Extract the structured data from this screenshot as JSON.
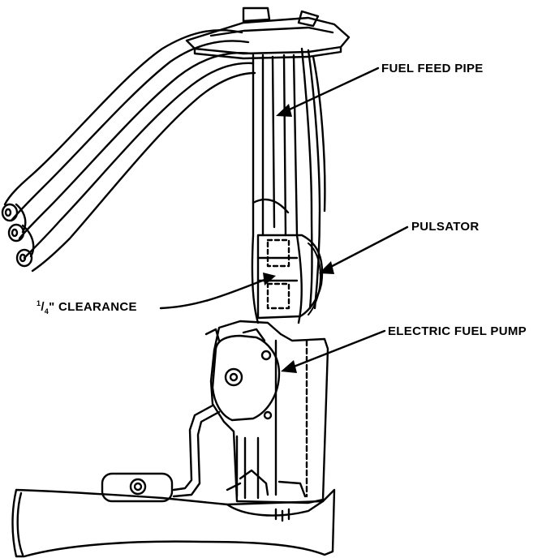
{
  "diagram": {
    "labels": {
      "fuel_feed_pipe": "FUEL FEED PIPE",
      "pulsator": "PULSATOR",
      "electric_fuel_pump": "ELECTRIC FUEL PUMP",
      "clearance_numerator": "1",
      "clearance_denominator": "4",
      "clearance_rest": "\" CLEARANCE"
    },
    "colors": {
      "ink": "#000000",
      "paper": "#ffffff"
    }
  }
}
